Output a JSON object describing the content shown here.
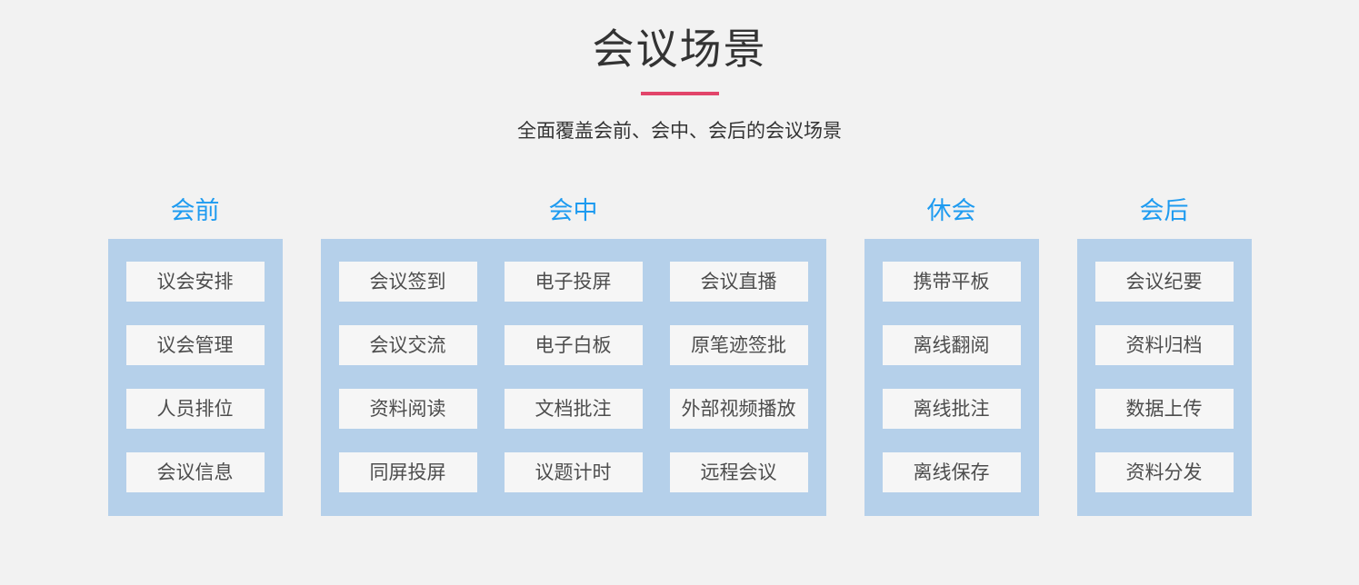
{
  "header": {
    "title": "会议场景",
    "subtitle": "全面覆盖会前、会中、会后的会议场景"
  },
  "columns": [
    {
      "heading": "会前",
      "items": [
        "议会安排",
        "议会管理",
        "人员排位",
        "会议信息"
      ]
    },
    {
      "heading": "会中",
      "items": [
        "会议签到",
        "电子投屏",
        "会议直播",
        "会议交流",
        "电子白板",
        "原笔迹签批",
        "资料阅读",
        "文档批注",
        "外部视频播放",
        "同屏投屏",
        "议题计时",
        "远程会议"
      ]
    },
    {
      "heading": "休会",
      "items": [
        "携带平板",
        "离线翻阅",
        "离线批注",
        "离线保存"
      ]
    },
    {
      "heading": "会后",
      "items": [
        "会议纪要",
        "资料归档",
        "数据上传",
        "资料分发"
      ]
    }
  ],
  "colors": {
    "background": "#f2f2f2",
    "heading_blue": "#1e9bf0",
    "panel_blue": "#b5d0ea",
    "divider_red": "#e2456a",
    "item_background": "#f6f6f6",
    "item_text": "#4d4d4d",
    "title_text": "#333333"
  }
}
